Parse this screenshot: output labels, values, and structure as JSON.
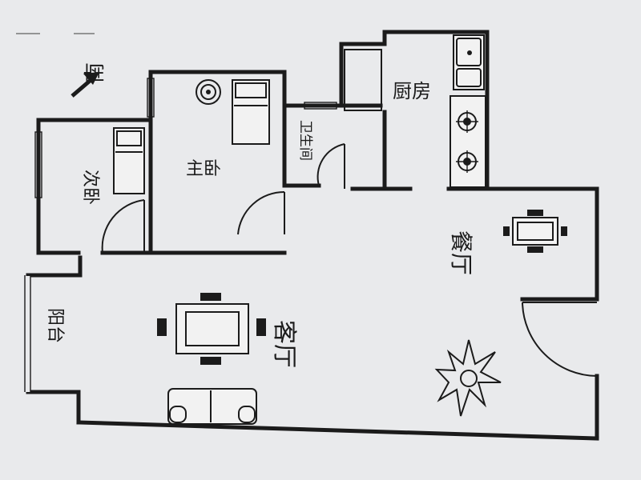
{
  "rooms": {
    "south": "南",
    "master_bedroom": "主卧",
    "second_bedroom": "次卧",
    "bathroom": "卫生间",
    "kitchen": "厨房",
    "dining_room": "餐厅",
    "living_room": "客厅",
    "balcony": "阳台"
  },
  "colors": {
    "paper": "#e9eaec",
    "ink": "#1b1b1b"
  },
  "icons": [
    "compass-arrow-icon",
    "bed-icon",
    "dining-table-icon",
    "sofa-icon",
    "stove-icon",
    "sink-icon",
    "plant-icon",
    "ceiling-lamp-icon"
  ]
}
